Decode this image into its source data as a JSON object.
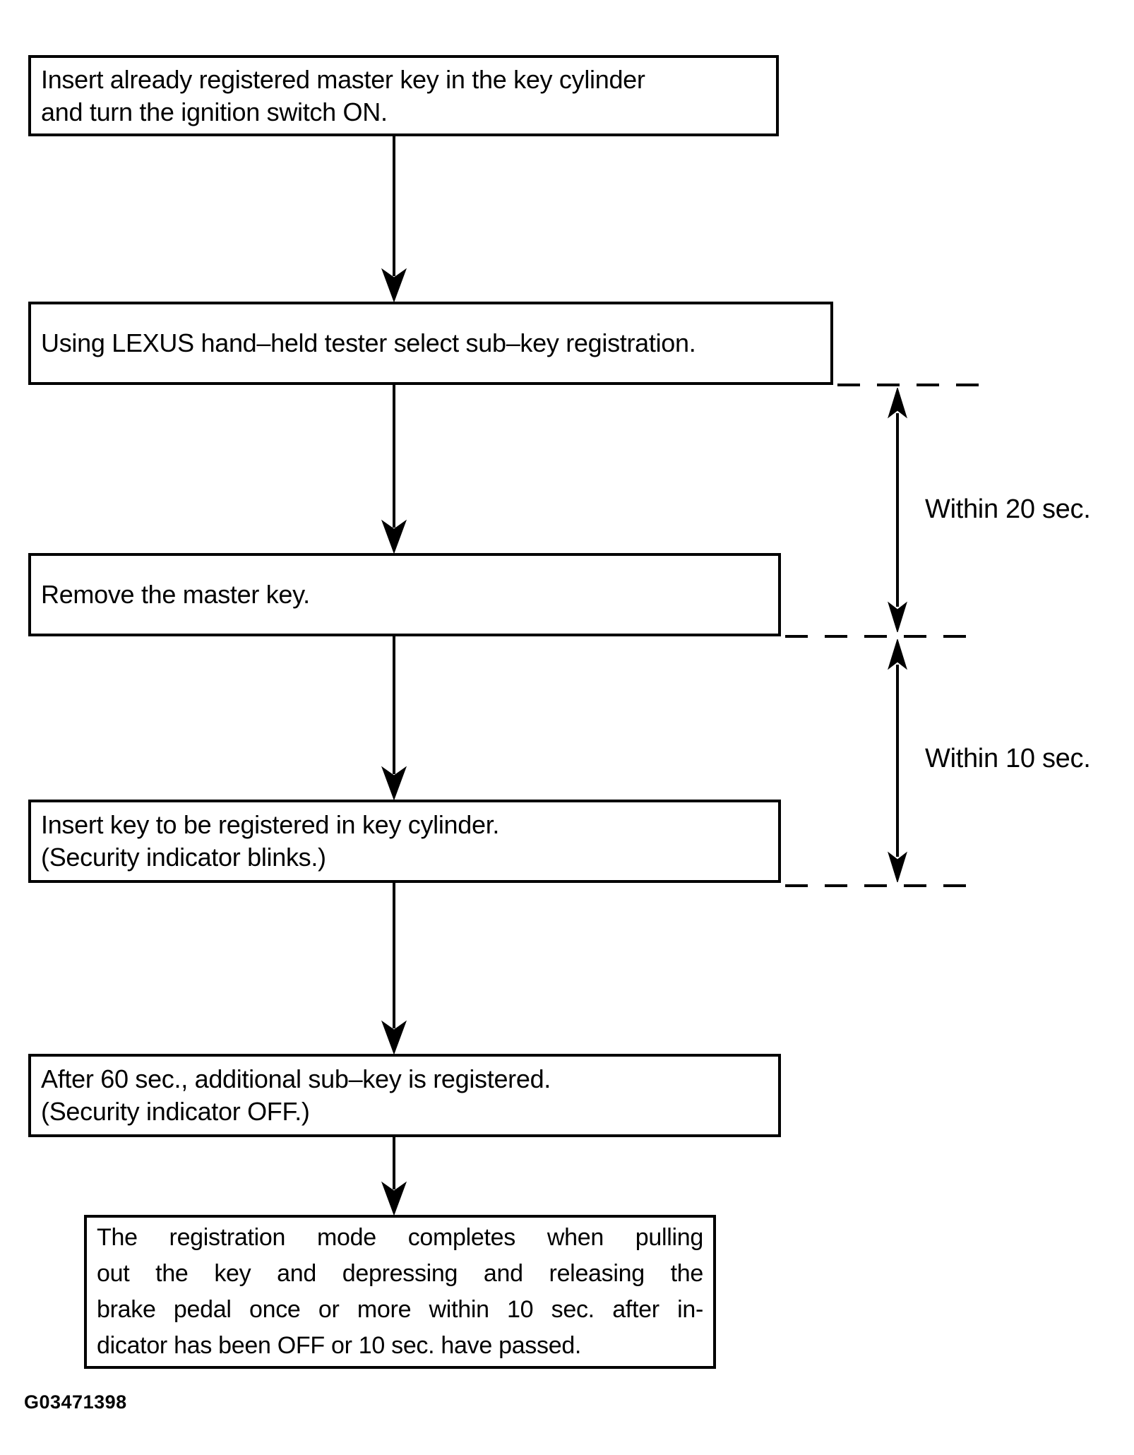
{
  "flowchart": {
    "boxes": [
      {
        "lines": [
          "Insert already registered master key in the key cylinder",
          "and turn the ignition switch ON."
        ]
      },
      {
        "lines": [
          "Using LEXUS hand–held tester select sub–key registration."
        ]
      },
      {
        "lines": [
          "Remove the master key."
        ]
      },
      {
        "lines": [
          "Insert key to be registered in key cylinder.",
          "(Security indicator blinks.)"
        ]
      },
      {
        "lines": [
          "After 60 sec., additional sub–key is registered.",
          "(Security indicator OFF.)"
        ]
      },
      {
        "lines": [
          "The registration mode completes when pulling",
          "out the key and depressing and releasing the",
          "brake pedal once or more within 10 sec. after in-",
          "dicator has been OFF or 10 sec. have passed."
        ]
      }
    ],
    "timing_labels": [
      {
        "label": "Within 20 sec."
      },
      {
        "label": "Within 10 sec."
      }
    ],
    "figure_id": "G03471398",
    "colors": {
      "ink": "#000000",
      "paper": "#ffffff"
    }
  }
}
